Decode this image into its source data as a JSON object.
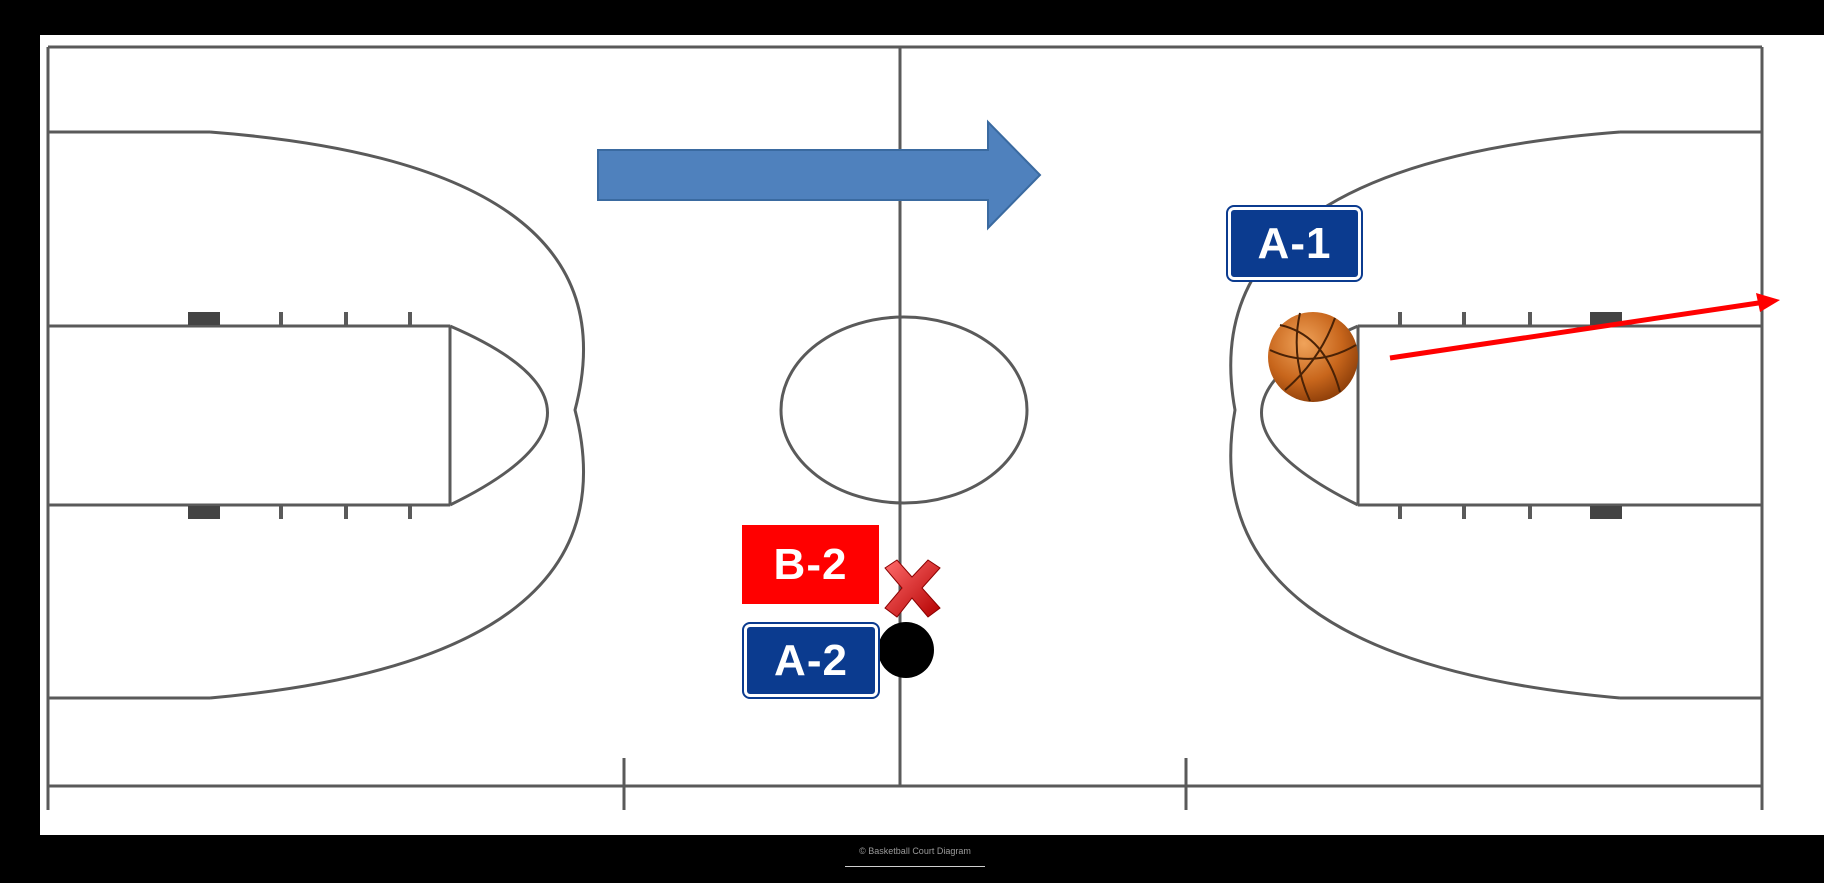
{
  "players": {
    "a1": {
      "label": "A-1",
      "team": "A",
      "color": "#0b3b8f"
    },
    "a2": {
      "label": "A-2",
      "team": "A",
      "color": "#0b3b8f"
    },
    "b2": {
      "label": "B-2",
      "team": "B",
      "color": "#ff0000"
    }
  },
  "markers": {
    "ball_icon": "basketball-icon",
    "official_icon": "black-dot-icon",
    "x_icon": "red-x-icon"
  },
  "colors": {
    "background": "#000000",
    "court": "#ffffff",
    "court_lines": "#5a5a5a",
    "direction_arrow": "#4f81bd",
    "pass_arrow": "#ff0000"
  },
  "footer": {
    "watermark": "© Basketball Court Diagram"
  }
}
